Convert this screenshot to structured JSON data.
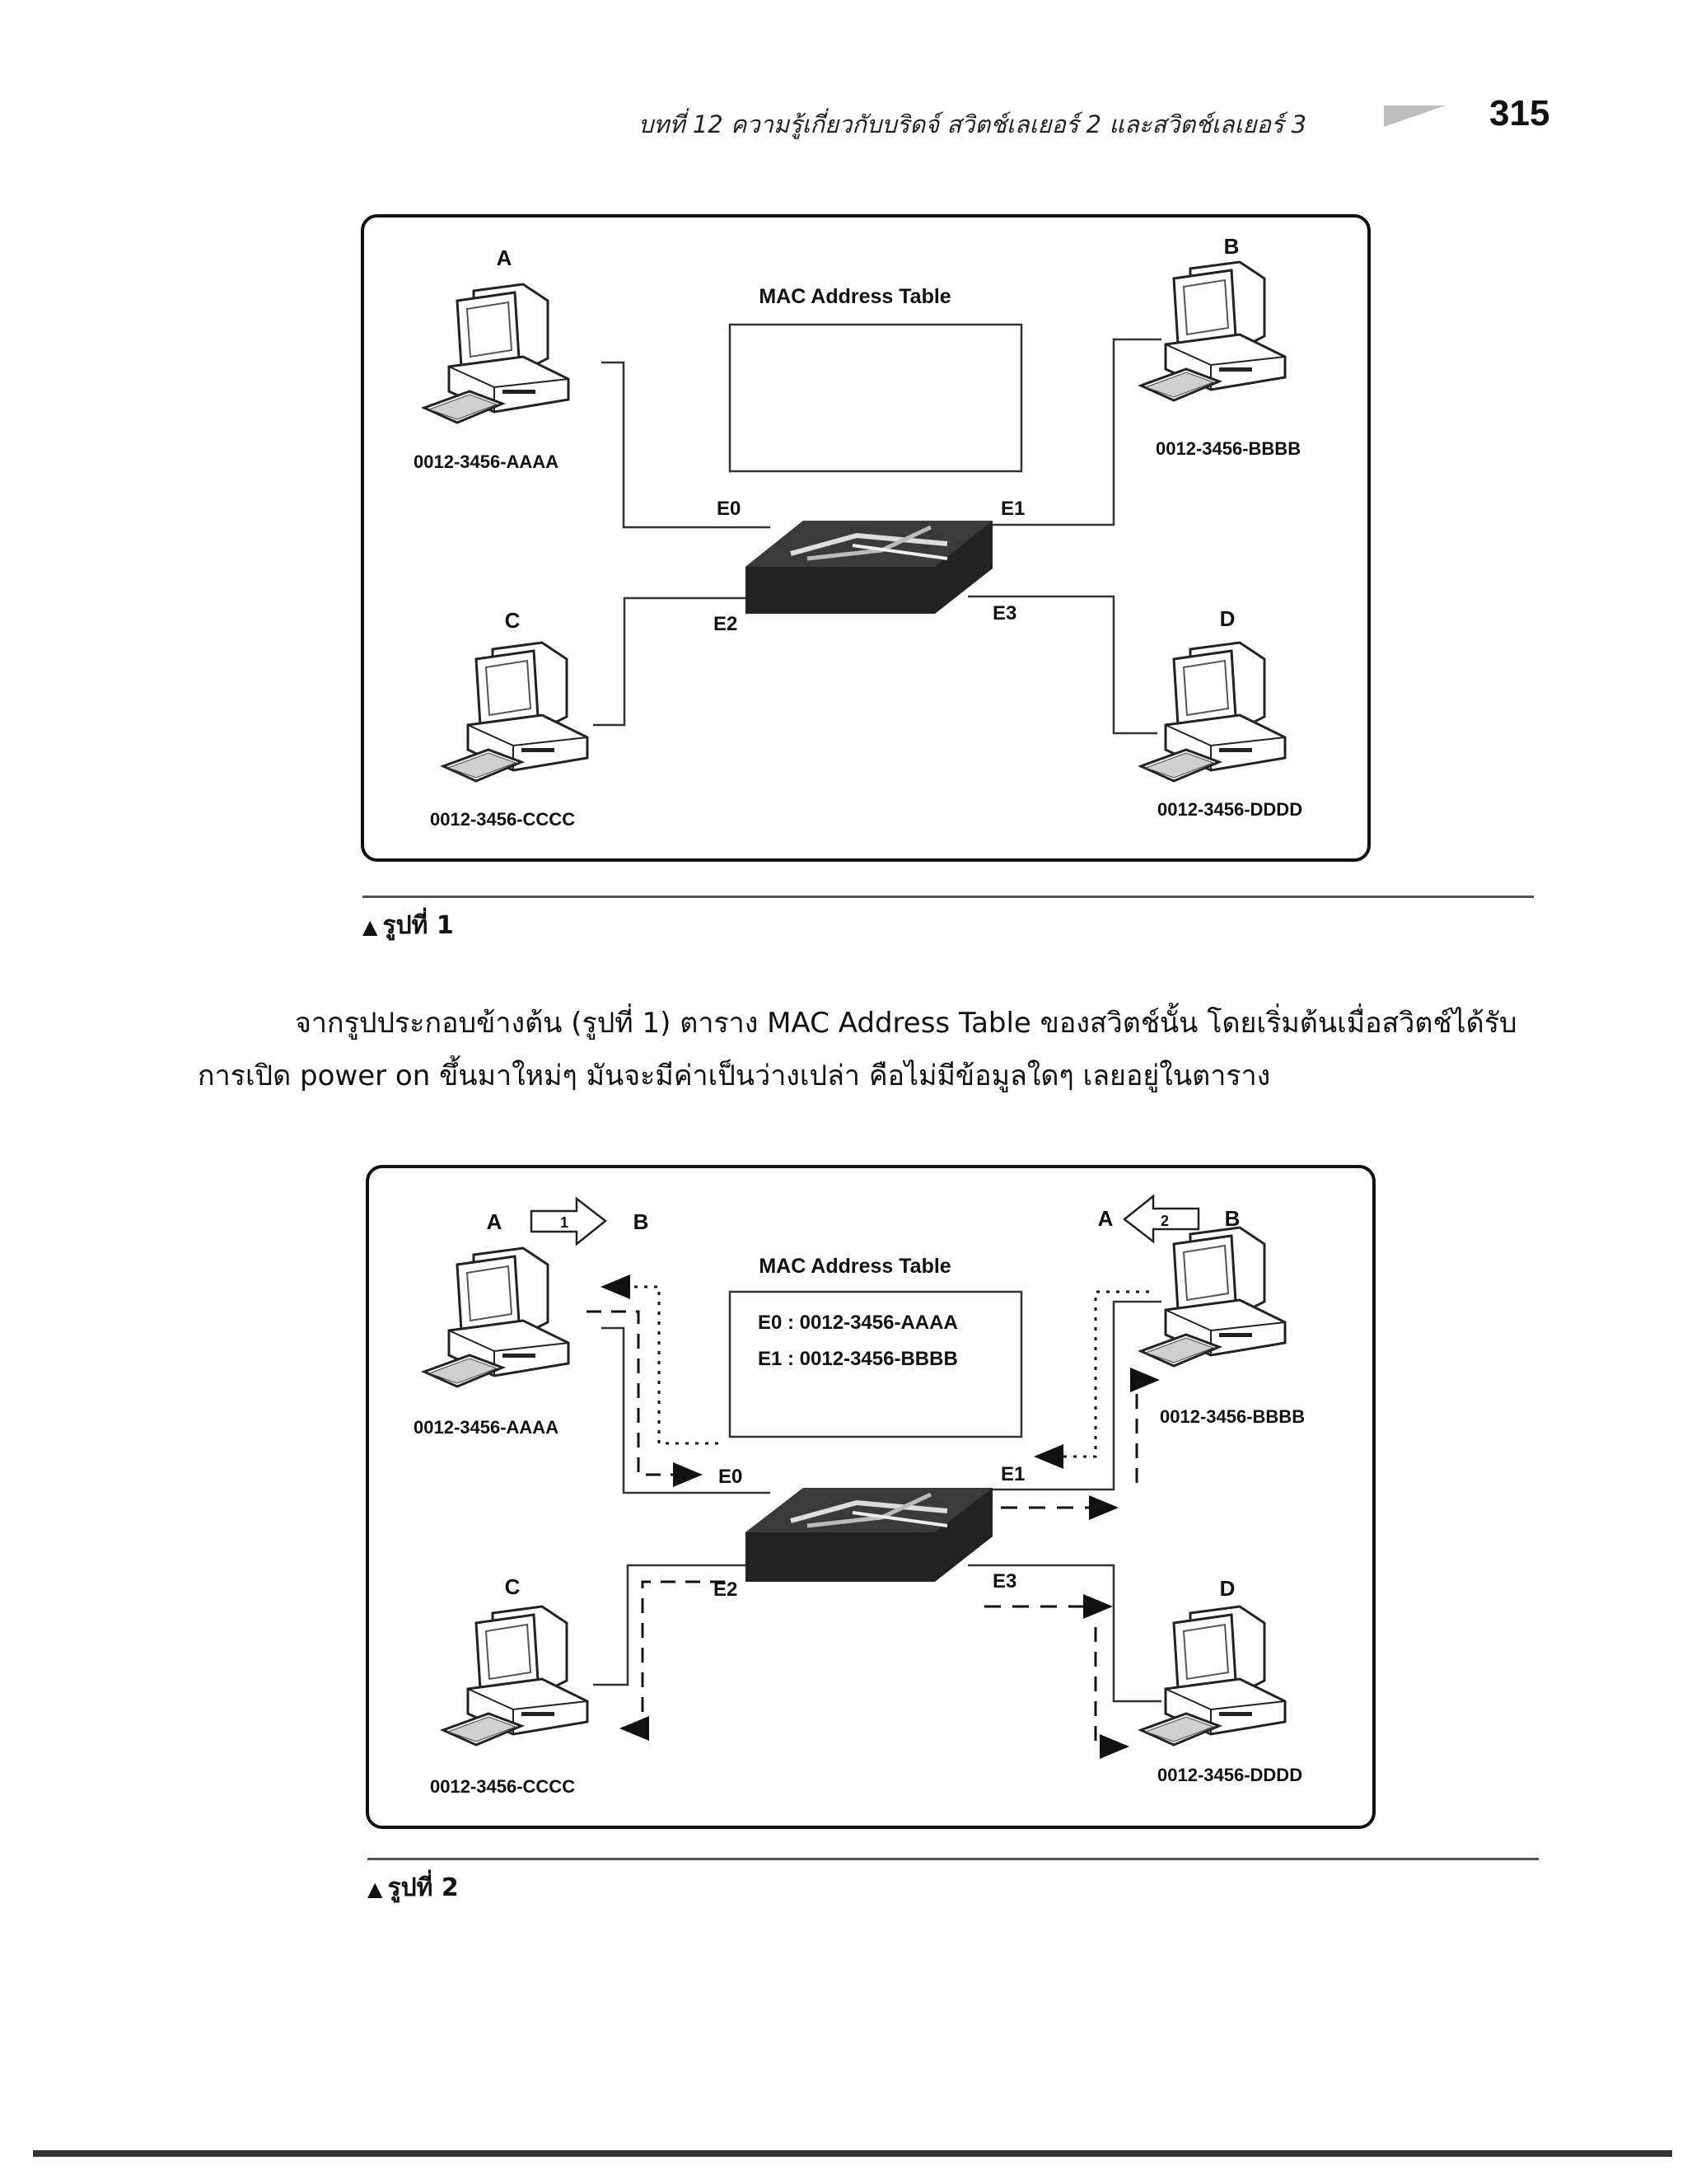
{
  "header": {
    "chapter_title": "บทที่ 12  ความรู้เกี่ยวกับบริดจ์ สวิตช์เลเยอร์ 2 และสวิตช์เลเยอร์ 3",
    "page_number": "315"
  },
  "figure1": {
    "table_title": "MAC Address Table",
    "hosts": {
      "a": {
        "label": "A",
        "mac": "0012-3456-AAAA"
      },
      "b": {
        "label": "B",
        "mac": "0012-3456-BBBB"
      },
      "c": {
        "label": "C",
        "mac": "0012-3456-CCCC"
      },
      "d": {
        "label": "D",
        "mac": "0012-3456-DDDD"
      }
    },
    "ports": {
      "e0": "E0",
      "e1": "E1",
      "e2": "E2",
      "e3": "E3"
    },
    "caption": "รูปที่ 1"
  },
  "paragraph": "จากรูปประกอบข้างต้น (รูปที่ 1) ตาราง MAC Address Table ของสวิตช์นั้น โดยเริ่มต้นเมื่อสวิตช์ได้รับการเปิด power on ขึ้นมาใหม่ๆ มันจะมีค่าเป็นว่างเปล่า คือไม่มีข้อมูลใดๆ เลยอยู่ในตาราง",
  "figure2": {
    "table_title": "MAC Address Table",
    "table_entries": [
      "E0 : 0012-3456-AAAA",
      "E1 : 0012-3456-BBBB"
    ],
    "hosts": {
      "a": {
        "label": "A",
        "mac": "0012-3456-AAAA"
      },
      "b": {
        "label": "B",
        "mac": "0012-3456-BBBB"
      },
      "c": {
        "label": "C",
        "mac": "0012-3456-CCCC"
      },
      "d": {
        "label": "D",
        "mac": "0012-3456-DDDD"
      }
    },
    "ports": {
      "e0": "E0",
      "e1": "E1",
      "e2": "E2",
      "e3": "E3"
    },
    "flow1": {
      "from": "A",
      "step": "1",
      "to": "B"
    },
    "flow2": {
      "to": "A",
      "step": "2",
      "from": "B"
    },
    "caption": "รูปที่ 2"
  }
}
